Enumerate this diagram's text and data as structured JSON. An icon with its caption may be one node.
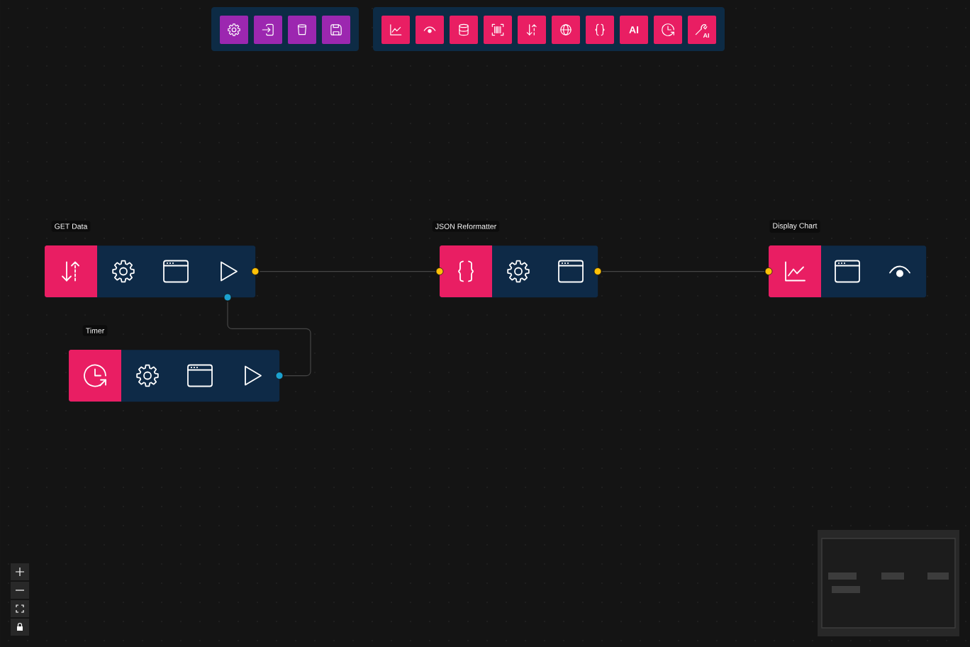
{
  "diagram": {
    "nodes": [
      {
        "text": [
          "GET Data"
        ]
      },
      {
        "text": [
          "JSON Reformatter"
        ]
      },
      {
        "text": [
          "Display Chart"
        ]
      },
      {
        "text": [
          "Timer"
        ]
      }
    ],
    "edges": [
      {
        "from": 0,
        "to": 1,
        "arrow": "none"
      },
      {
        "from": 1,
        "to": 2,
        "arrow": "none"
      },
      {
        "from": 3,
        "to": 0,
        "arrow": "none"
      }
    ],
    "labels": [
      "AI",
      "AI"
    ]
  }
}
